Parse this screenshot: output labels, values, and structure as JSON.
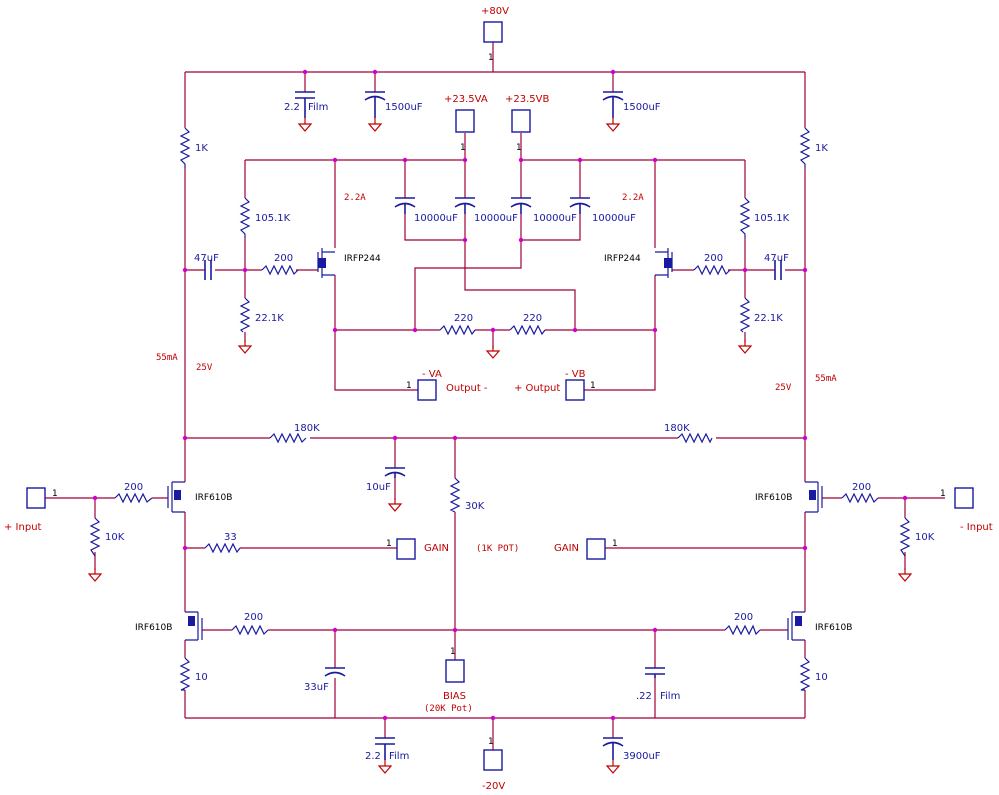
{
  "rails": {
    "pos80": "+80V",
    "pos23a": "+23.5VA",
    "pos23b": "+23.5VB",
    "neg20": "-20V",
    "negva": "- VA",
    "negvb": "- VB"
  },
  "ports": {
    "input_pos": "+ Input",
    "input_neg": "- Input",
    "output_neg": "Output -",
    "output_pos": "+ Output",
    "gain": "GAIN",
    "bias": "BIAS",
    "bias_note": "(20K Pot)",
    "gain_note": "(1K POT)",
    "pin1": "1"
  },
  "resistors": {
    "r1k": "1K",
    "r105": "105.1K",
    "r22": "22.1K",
    "r200": "200",
    "r220": "220",
    "r180k": "180K",
    "r30k": "30K",
    "r10k": "10K",
    "r33": "33",
    "r10": "10"
  },
  "capacitors": {
    "c22film": "2.2",
    "film": "Film",
    "c1500": "1500uF",
    "c10000": "10000uF",
    "c47": "47uF",
    "c10u": "10uF",
    "c33": "33uF",
    "c022": ".22",
    "c3900": "3900uF"
  },
  "transistors": {
    "irfp244": "IRFP244",
    "irf610b": "IRF610B"
  },
  "annotations": {
    "current_2a": "2.2A",
    "current_55": "55mA",
    "volt_25": "25V"
  }
}
